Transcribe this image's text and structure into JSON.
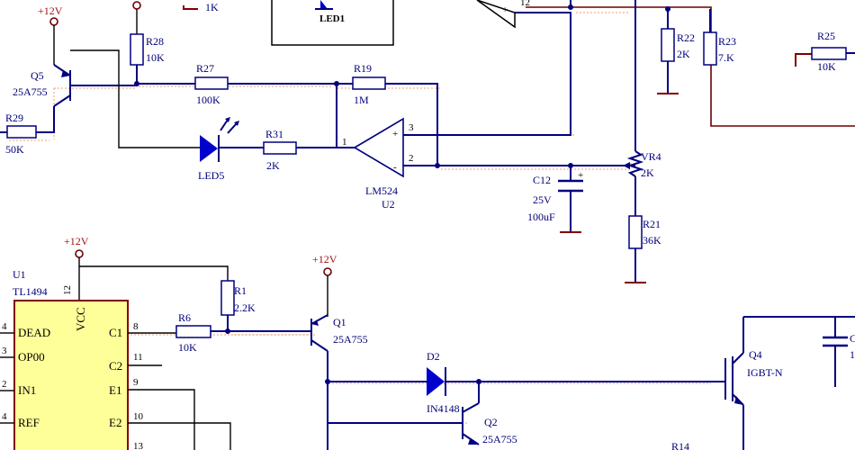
{
  "labels": {
    "vcc1": "+12V",
    "q5": "Q5",
    "q5_part": "25A755",
    "r28": "R28",
    "r28_val": "10K",
    "r27": "R27",
    "r27_val": "100K",
    "r19": "R19",
    "r19_val": "1M",
    "r29": "R29",
    "r29_val": "50K",
    "led5": "LED5",
    "r31": "R31",
    "r31_val": "2K",
    "led1": "LED1",
    "top_1k": "1K",
    "u2_part": "LM524",
    "u2": "U2",
    "pin1": "1",
    "pin2": "2",
    "pin3": "3",
    "pin12": "12",
    "plus": "+",
    "minus": "-",
    "c12": "C12",
    "c12_volt": "25V",
    "c12_val": "100uF",
    "vr4": "VR4",
    "vr4_val": "2K",
    "r21": "R21",
    "r21_val": "36K",
    "r22": "R22",
    "r22_val": "2K",
    "r23": "R23",
    "r23_val": "7.K",
    "r25": "R25",
    "r25_val": "10K",
    "u1": "U1",
    "u1_part": "TL1494",
    "vcc2": "+12V",
    "vcc3": "+12V",
    "u1_vcc": "VCC",
    "u1_pin12": "12",
    "u1_dead": "DEAD",
    "u1_op00": "OP00",
    "u1_in1": "IN1",
    "u1_ref": "REF",
    "u1_c1": "C1",
    "u1_c2": "C2",
    "u1_e1": "E1",
    "u1_e2": "E2",
    "pin_l4a": "4",
    "pin_l3": "3",
    "pin_l2": "2",
    "pin_l4b": "4",
    "pin_r8": "8",
    "pin_r11": "11",
    "pin_r9": "9",
    "pin_r10": "10",
    "pin_r13": "13",
    "r1": "R1",
    "r1_val": "2.2K",
    "r6": "R6",
    "r6_val": "10K",
    "q1": "Q1",
    "q1_part": "25A755",
    "d2": "D2",
    "d2_part": "IN4148",
    "q2": "Q2",
    "q2_part": "25A755",
    "q4": "Q4",
    "q4_part": "IGBT-N",
    "r14": "R14",
    "c_right": "C",
    "c_right_val": "1"
  }
}
